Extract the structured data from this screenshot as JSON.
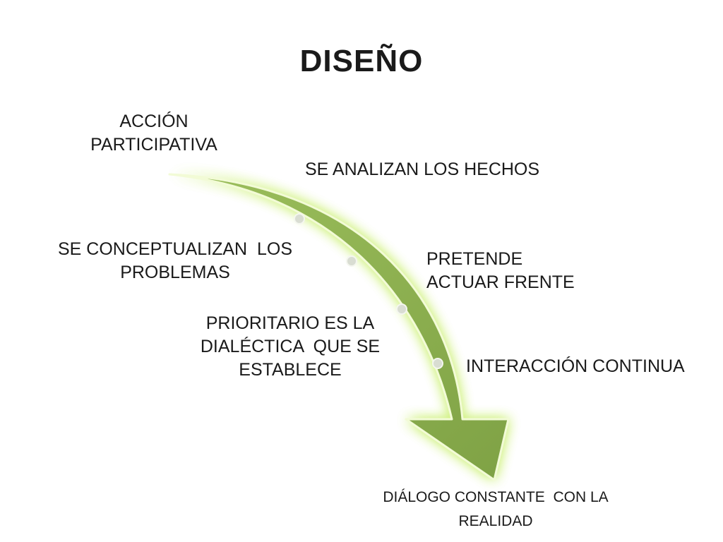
{
  "title": "DISEÑO",
  "labels": {
    "accion": [
      "ACCIÓN",
      "PARTICIPATIVA"
    ],
    "analizan": "SE ANALIZAN LOS HECHOS",
    "conceptualizan": [
      "SE CONCEPTUALIZAN  LOS",
      "PROBLEMAS"
    ],
    "pretende": [
      "PRETENDE",
      "ACTUAR FRENTE"
    ],
    "prioritario": [
      "PRIORITARIO ES LA",
      "DIALÉCTICA  QUE SE",
      "ESTABLECE"
    ],
    "interaccion": "INTERACCIÓN CONTINUA",
    "dialogo": [
      "DIÁLOGO CONSTANTE  CON LA",
      "REALIDAD"
    ]
  },
  "colors": {
    "arrow_fill": "#8aad4e",
    "arrow_glow": "#c8ef6a",
    "arrow_outline": "#f2fbd6",
    "dot_fill": "#d9ddd2",
    "text": "#1a1a1a"
  }
}
